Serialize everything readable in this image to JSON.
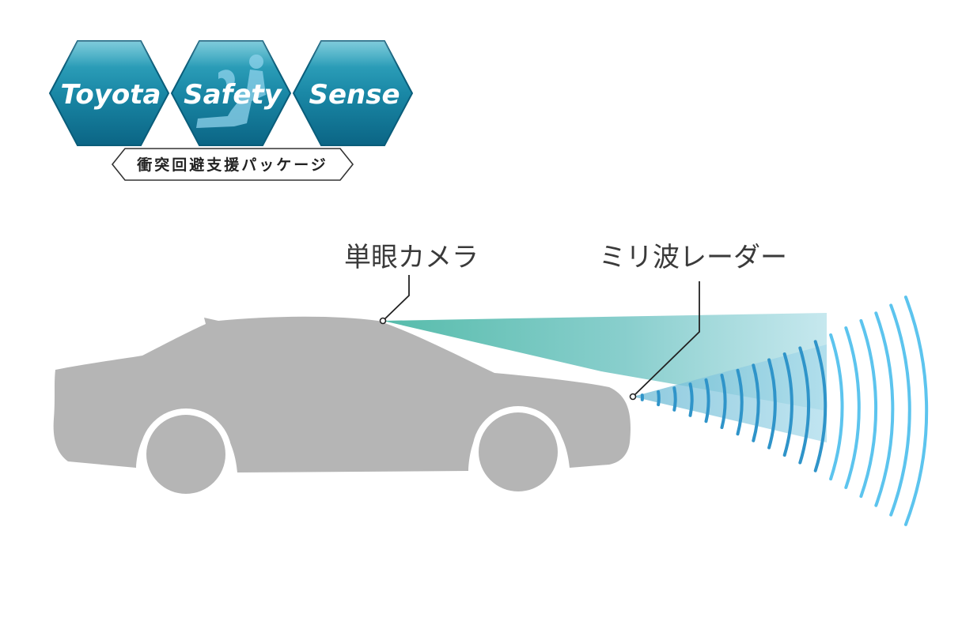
{
  "logo": {
    "words": [
      "Toyota",
      "Safety",
      "Sense"
    ],
    "tagline": "衝突回避支援パッケージ"
  },
  "labels": {
    "camera": "単眼カメラ",
    "radar": "ミリ波レーダー"
  },
  "colors": {
    "hex_top": "#36a3bd",
    "hex_bottom": "#0c6d8c",
    "car_body": "#b5b5b5",
    "camera_beam": "#5bbfb0",
    "radar_beam": "#8fcfe4",
    "radar_wave_dark": "#2f94c9",
    "radar_wave_light": "#5cc4ee"
  },
  "icons": {
    "driver_silhouette": "driver-seated-icon"
  }
}
